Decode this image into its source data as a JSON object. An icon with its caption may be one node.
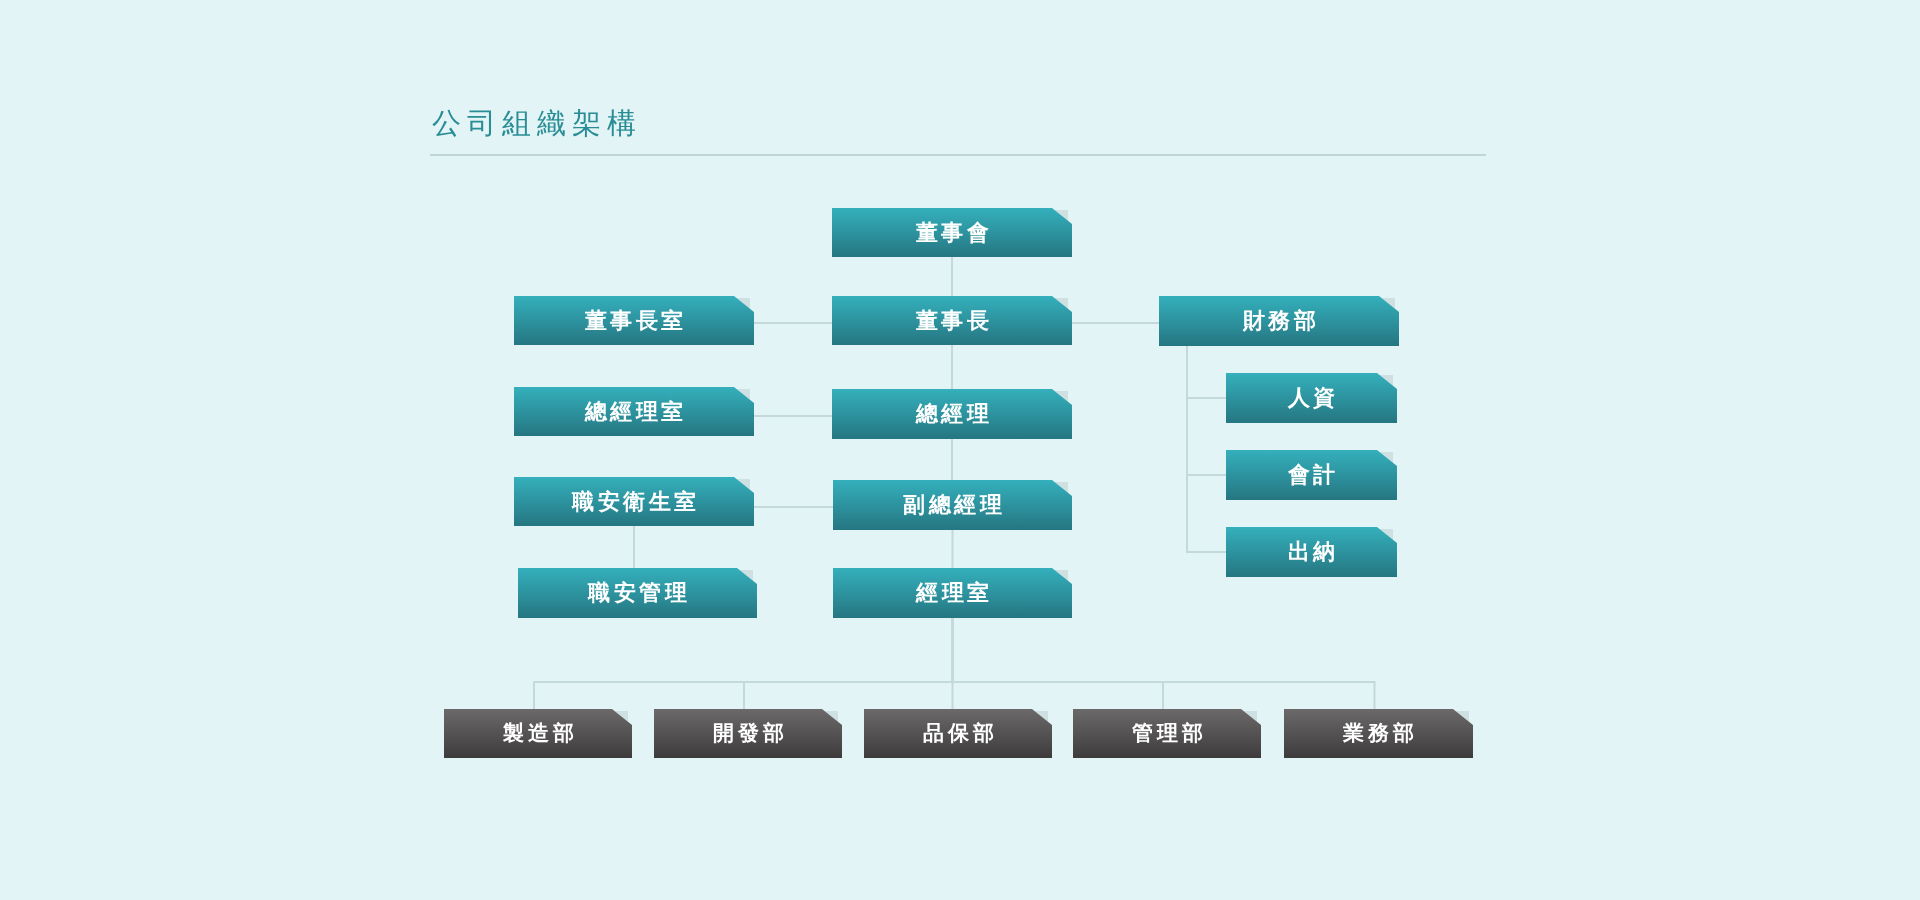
{
  "diagram": {
    "title": "公司組織架構",
    "nodes": [
      {
        "text": [
          "董事會"
        ]
      },
      {
        "text": [
          "董事長室"
        ]
      },
      {
        "text": [
          "董事長"
        ]
      },
      {
        "text": [
          "財務部"
        ]
      },
      {
        "text": [
          "人資"
        ]
      },
      {
        "text": [
          "總經理室"
        ]
      },
      {
        "text": [
          "總經理"
        ]
      },
      {
        "text": [
          "會計"
        ]
      },
      {
        "text": [
          "職安衛生室"
        ]
      },
      {
        "text": [
          "副總經理"
        ]
      },
      {
        "text": [
          "出納"
        ]
      },
      {
        "text": [
          "職安管理"
        ]
      },
      {
        "text": [
          "經理室"
        ]
      },
      {
        "text": [
          "製造部"
        ]
      },
      {
        "text": [
          "開發部"
        ]
      },
      {
        "text": [
          "品保部"
        ]
      },
      {
        "text": [
          "管理部"
        ]
      },
      {
        "text": [
          "業務部"
        ]
      }
    ],
    "edges": [
      {
        "from": 0,
        "to": 2,
        "arrow": "none"
      },
      {
        "from": 2,
        "to": 1,
        "arrow": "none"
      },
      {
        "from": 2,
        "to": 3,
        "arrow": "none"
      },
      {
        "from": 2,
        "to": 6,
        "arrow": "none"
      },
      {
        "from": 6,
        "to": 5,
        "arrow": "none"
      },
      {
        "from": 6,
        "to": 9,
        "arrow": "none"
      },
      {
        "from": 9,
        "to": 8,
        "arrow": "none"
      },
      {
        "from": 8,
        "to": 11,
        "arrow": "none"
      },
      {
        "from": 9,
        "to": 12,
        "arrow": "none"
      },
      {
        "from": 3,
        "to": 4,
        "arrow": "none"
      },
      {
        "from": 3,
        "to": 7,
        "arrow": "none"
      },
      {
        "from": 3,
        "to": 10,
        "arrow": "none"
      },
      {
        "from": 12,
        "to": 13,
        "arrow": "none"
      },
      {
        "from": 12,
        "to": 14,
        "arrow": "none"
      },
      {
        "from": 12,
        "to": 15,
        "arrow": "none"
      },
      {
        "from": 12,
        "to": 16,
        "arrow": "none"
      },
      {
        "from": 12,
        "to": 17,
        "arrow": "none"
      }
    ]
  }
}
